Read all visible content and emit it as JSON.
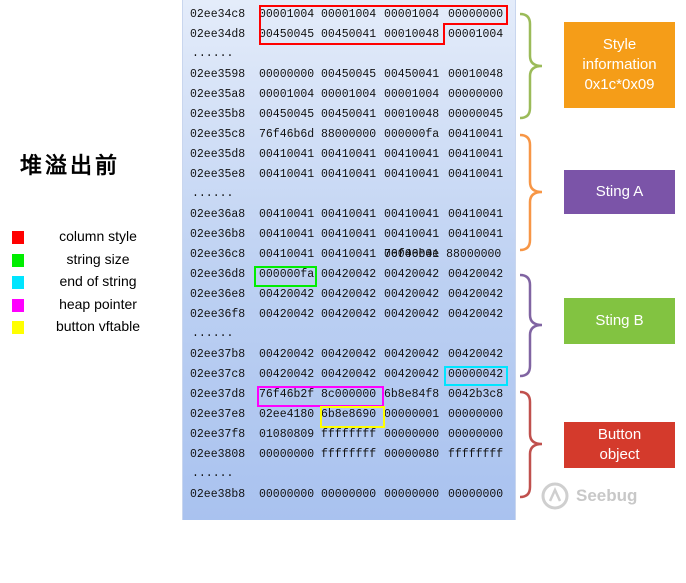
{
  "title": "堆溢出前",
  "legend": [
    {
      "label": "column style",
      "color": "#ff0000"
    },
    {
      "label": "string size",
      "color": "#00ee00"
    },
    {
      "label": "end of string",
      "color": "#00e5ff"
    },
    {
      "label": "heap pointer",
      "color": "#ff00ff"
    },
    {
      "label": "button vftable",
      "color": "#ffff00"
    }
  ],
  "ellipsis": "......",
  "memory_rows": [
    {
      "addr": "02ee34c8",
      "words": [
        "00001004",
        "00001004",
        "00001004",
        "00000000"
      ]
    },
    {
      "addr": "02ee34d8",
      "words": [
        "00450045",
        "00450041",
        "00010048",
        "00001004"
      ]
    },
    {
      "addr": "02ee3598",
      "words": [
        "00000000",
        "00450045",
        "00450041",
        "00010048"
      ]
    },
    {
      "addr": "02ee35a8",
      "words": [
        "00001004",
        "00001004",
        "00001004",
        "00000000"
      ]
    },
    {
      "addr": "02ee35b8",
      "words": [
        "00450045",
        "00450041",
        "00010048",
        "00000045"
      ]
    },
    {
      "addr": "02ee35c8",
      "words": [
        "76f46b6d",
        "88000000",
        "000000fa",
        "00410041"
      ]
    },
    {
      "addr": "02ee35d8",
      "words": [
        "00410041",
        "00410041",
        "00410041",
        "00410041"
      ]
    },
    {
      "addr": "02ee35e8",
      "words": [
        "00410041",
        "00410041",
        "00410041",
        "00410041"
      ]
    },
    {
      "addr": "02ee36a8",
      "words": [
        "00410041",
        "00410041",
        "00410041",
        "00410041"
      ]
    },
    {
      "addr": "02ee36b8",
      "words": [
        "00410041",
        "00410041",
        "00410041",
        "00410041"
      ]
    },
    {
      "addr": "02ee36c8",
      "words": [
        "00410041",
        "00410041",
        "00000041",
        "76f46b0e",
        "88000000"
      ]
    },
    {
      "addr": "02ee36d8",
      "words": [
        "000000fa",
        "00420042",
        "00420042",
        "00420042"
      ]
    },
    {
      "addr": "02ee36e8",
      "words": [
        "00420042",
        "00420042",
        "00420042",
        "00420042"
      ]
    },
    {
      "addr": "02ee36f8",
      "words": [
        "00420042",
        "00420042",
        "00420042",
        "00420042"
      ]
    },
    {
      "addr": "02ee37b8",
      "words": [
        "00420042",
        "00420042",
        "00420042",
        "00420042"
      ]
    },
    {
      "addr": "02ee37c8",
      "words": [
        "00420042",
        "00420042",
        "00420042",
        "00000042"
      ]
    },
    {
      "addr": "02ee37d8",
      "words": [
        "76f46b2f",
        "8c000000",
        "6b8e84f8",
        "0042b3c8"
      ]
    },
    {
      "addr": "02ee37e8",
      "words": [
        "02ee4180",
        "6b8e8690",
        "00000001",
        "00000000"
      ]
    },
    {
      "addr": "02ee37f8",
      "words": [
        "01080809",
        "ffffffff",
        "00000000",
        "00000000"
      ]
    },
    {
      "addr": "02ee3808",
      "words": [
        "00000000",
        "ffffffff",
        "00000080",
        "ffffffff"
      ]
    },
    {
      "addr": "02ee38b8",
      "words": [
        "00000000",
        "00000000",
        "00000000",
        "00000000"
      ]
    }
  ],
  "groups": [
    {
      "label": "Style information 0x1c*0x09",
      "color": "#f59d18"
    },
    {
      "label": "Sting A",
      "color": "#7b54a8"
    },
    {
      "label": "Sting B",
      "color": "#82c341"
    },
    {
      "label": "Button object",
      "color": "#d43a2c"
    }
  ],
  "watermark": "Seebug"
}
